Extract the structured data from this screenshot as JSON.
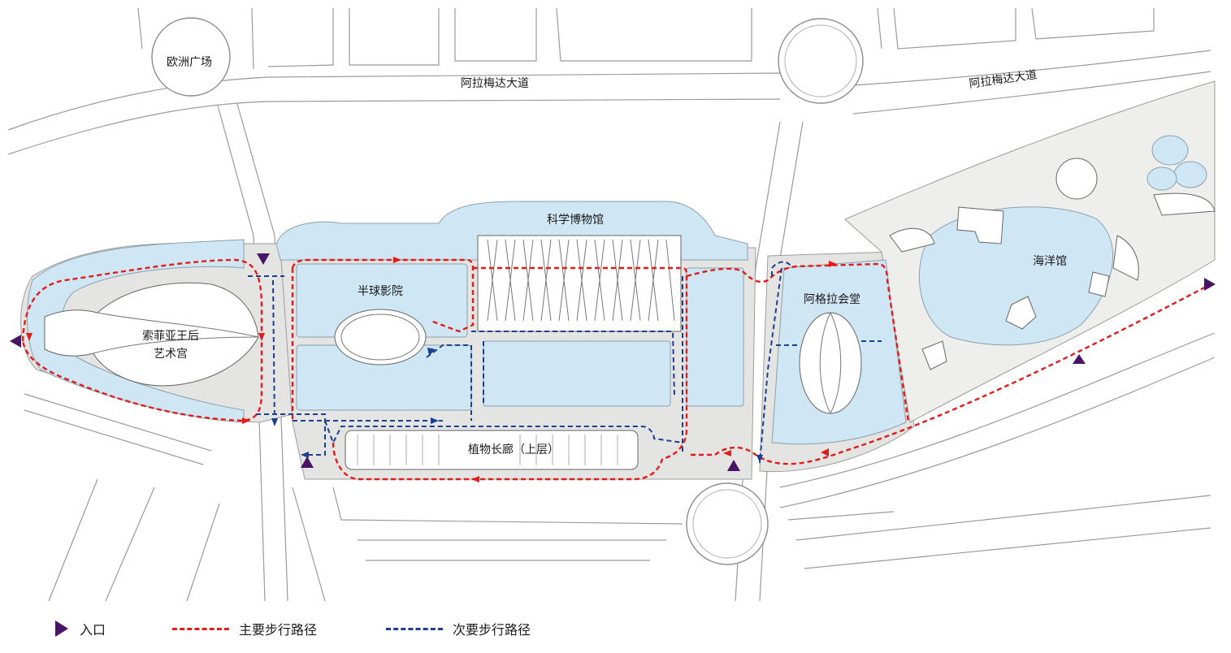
{
  "colors": {
    "main_path": "#e31b1b",
    "secondary_path": "#1a3f95",
    "entrance": "#4a1466",
    "water": "#cfe6f4",
    "plaza": "#e4e4e2"
  },
  "labels": {
    "europe_square": "欧洲广场",
    "alameda_avenue_west": "阿拉梅达大道",
    "alameda_avenue_east": "阿拉梅达大道",
    "science_museum": "科学博物馆",
    "hemisferic": "半球影院",
    "queen_sofia_line1": "索菲亚王后",
    "queen_sofia_line2": "艺术宫",
    "umbracle": "植物长廊（上层）",
    "agora": "阿格拉会堂",
    "oceanografic": "海洋馆"
  },
  "legend": {
    "entrance_label": "入口",
    "main_path_label": "主要步行路径",
    "secondary_path_label": "次要步行路径",
    "entrance_icon": "triangle-right-icon"
  }
}
